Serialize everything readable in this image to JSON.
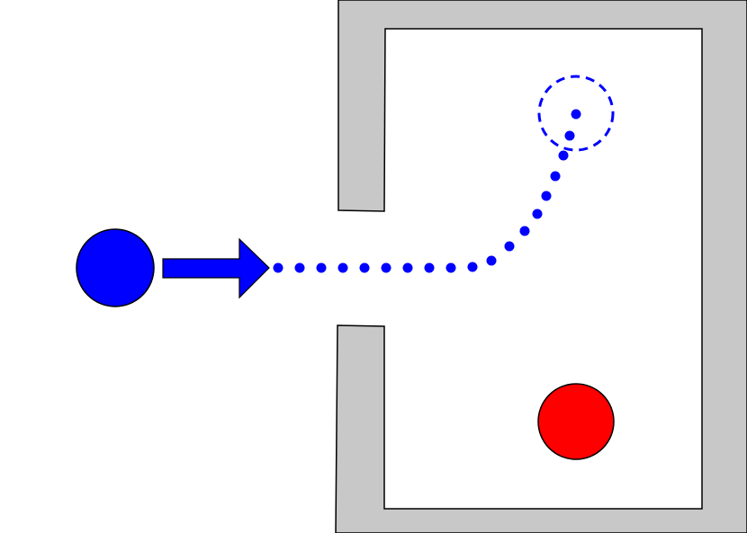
{
  "colors": {
    "wall_fill": "#c8c8c8",
    "wall_stroke": "#000000",
    "agent": "#0000ff",
    "goal": "#ff0000",
    "background": "#ffffff"
  },
  "elements": {
    "agent": "blue-circle",
    "goal": "red-circle",
    "direction": "arrow-right-icon",
    "path": "dotted-trajectory",
    "target_marker": "dashed-circle"
  }
}
